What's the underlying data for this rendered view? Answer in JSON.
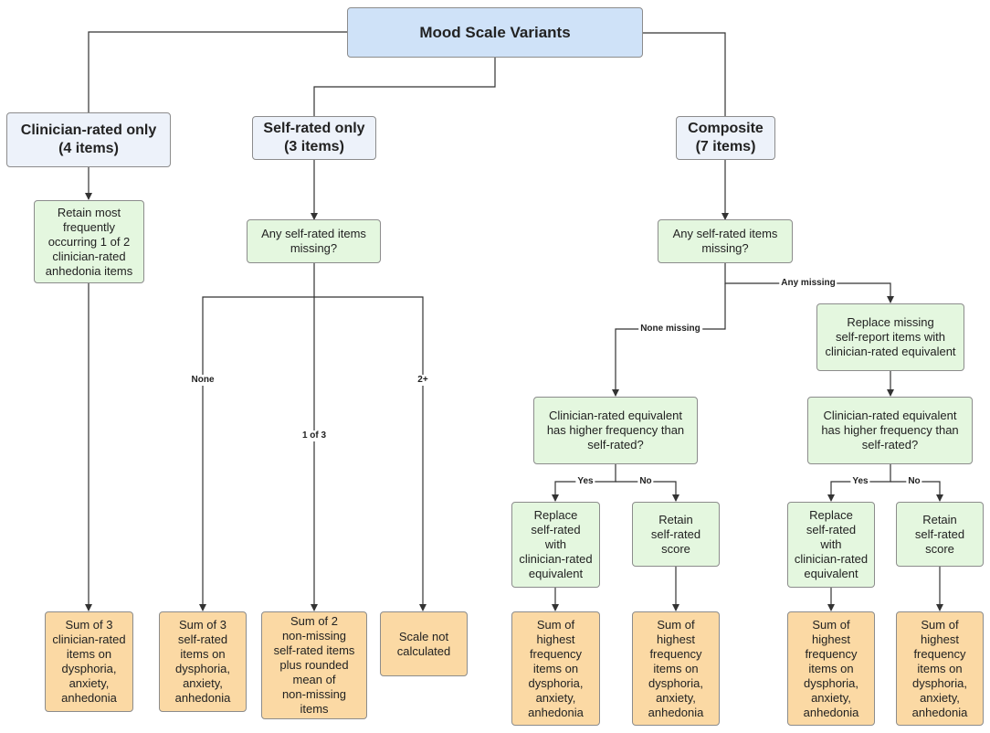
{
  "diagram": {
    "nodes": {
      "root": "Mood Scale Variants",
      "clin": "Clinician-rated only\n(4 items)",
      "self": "Self-rated only\n(3 items)",
      "comp": "Composite\n(7 items)",
      "clin_retain": "Retain most\nfrequently\noccurring 1 of 2\nclinician-rated\nanhedonia items",
      "self_q": "Any self-rated items\nmissing?",
      "comp_q": "Any self-rated items\nmissing?",
      "comp_replace": "Replace missing\nself-report items with\nclinician-rated equivalent",
      "comp_hf_left": "Clinician-rated equivalent\nhas higher frequency than\nself-rated?",
      "comp_hf_right": "Clinician-rated equivalent\nhas higher frequency than\nself-rated?",
      "comp_rep_left": "Replace\nself-rated\nwith\nclinician-rated\nequivalent",
      "comp_ret_left": "Retain\nself-rated\nscore",
      "comp_rep_right": "Replace\nself-rated\nwith\nclinician-rated\nequivalent",
      "comp_ret_right": "Retain\nself-rated\nscore",
      "out_clin": "Sum of 3\nclinician-rated\nitems on\ndysphoria,\nanxiety,\nanhedonia",
      "out_self_none": "Sum of 3\nself-rated\nitems on\ndysphoria,\nanxiety,\nanhedonia",
      "out_self_one": "Sum of 2\nnon-missing\nself-rated items\nplus rounded\nmean of\nnon-missing\nitems",
      "out_self_two": "Scale not\ncalculated",
      "out_c1": "Sum of\nhighest\nfrequency\nitems on\ndysphoria,\nanxiety,\nanhedonia",
      "out_c2": "Sum of\nhighest\nfrequency\nitems on\ndysphoria,\nanxiety,\nanhedonia",
      "out_c3": "Sum of\nhighest\nfrequency\nitems on\ndysphoria,\nanxiety,\nanhedonia",
      "out_c4": "Sum of\nhighest\nfrequency\nitems on\ndysphoria,\nanxiety,\nanhedonia"
    },
    "edge_labels": {
      "none": "None",
      "one_of_three": "1 of 3",
      "two_plus": "2+",
      "none_missing": "None missing",
      "any_missing": "Any missing",
      "yes_left": "Yes",
      "no_left": "No",
      "yes_right": "Yes",
      "no_right": "No"
    }
  },
  "colors": {
    "root_fill": "#cfe2f8",
    "category_fill": "#edf2fa",
    "step_fill": "#e4f7df",
    "outcome_fill": "#fbd9a4",
    "border": "#8c8c8c",
    "line": "#333333"
  }
}
